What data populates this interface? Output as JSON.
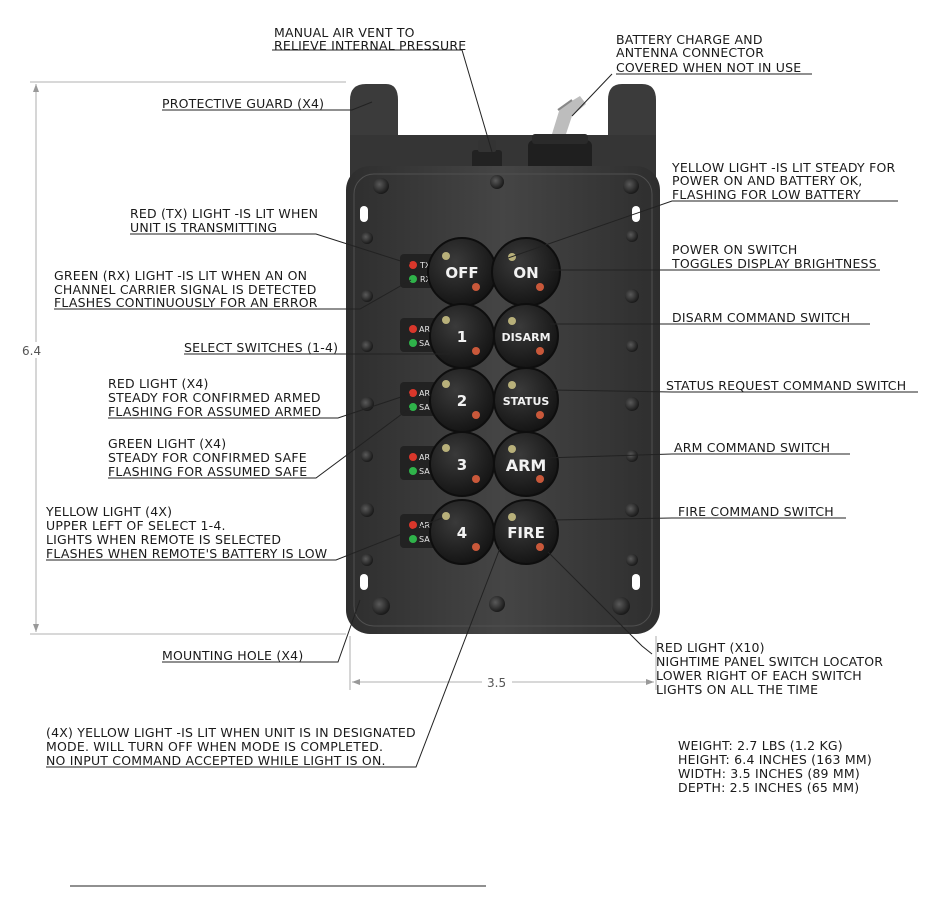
{
  "callouts": {
    "manual_vent": [
      "MANUAL AIR VENT TO",
      "RELIEVE INTERNAL PRESSURE"
    ],
    "battery_charge": [
      "BATTERY CHARGE AND",
      "ANTENNA CONNECTOR",
      "COVERED WHEN NOT IN USE"
    ],
    "protective_guard": [
      "PROTECTIVE GUARD (X4)"
    ],
    "yellow_power": [
      "YELLOW LIGHT -IS LIT STEADY FOR",
      "POWER ON AND BATTERY OK,",
      "FLASHING FOR LOW BATTERY"
    ],
    "red_tx": [
      "RED (TX) LIGHT -IS LIT WHEN",
      "UNIT IS TRANSMITTING"
    ],
    "power_switch": [
      "POWER ON SWITCH",
      "TOGGLES DISPLAY BRIGHTNESS"
    ],
    "green_rx": [
      "GREEN (RX) LIGHT -IS LIT WHEN AN ON",
      "CHANNEL CARRIER SIGNAL IS DETECTED",
      "FLASHES CONTINUOUSLY FOR AN ERROR"
    ],
    "disarm_switch": [
      "DISARM COMMAND SWITCH"
    ],
    "select_switches": [
      "SELECT SWITCHES (1-4)"
    ],
    "red_light_x4": [
      "RED LIGHT (X4)",
      "STEADY FOR CONFIRMED ARMED",
      "FLASHING FOR ASSUMED ARMED"
    ],
    "status_switch": [
      "STATUS REQUEST COMMAND SWITCH"
    ],
    "green_light_x4": [
      "GREEN LIGHT (X4)",
      "STEADY FOR CONFIRMED SAFE",
      "FLASHING FOR ASSUMED SAFE"
    ],
    "arm_switch": [
      "ARM COMMAND SWITCH"
    ],
    "yellow_light_4x": [
      "YELLOW LIGHT (4X)",
      "UPPER LEFT OF SELECT 1-4.",
      "LIGHTS WHEN REMOTE IS SELECTED",
      "FLASHES WHEN REMOTE'S BATTERY IS LOW"
    ],
    "fire_switch": [
      "FIRE COMMAND SWITCH"
    ],
    "mounting_hole": [
      "MOUNTING HOLE (X4)"
    ],
    "red_light_x10": [
      "RED LIGHT (X10)",
      "NIGHTIME PANEL SWITCH LOCATOR",
      "LOWER RIGHT OF EACH SWITCH",
      "LIGHTS ON ALL THE TIME"
    ],
    "designated_mode": [
      "(4X) YELLOW LIGHT -IS LIT WHEN UNIT IS IN DESIGNATED",
      "MODE. WILL TURN OFF WHEN MODE IS COMPLETED.",
      "NO INPUT COMMAND ACCEPTED WHILE LIGHT IS ON."
    ]
  },
  "specs": [
    "WEIGHT: 2.7 LBS (1.2 KG)",
    "HEIGHT: 6.4 INCHES (163 MM)",
    "WIDTH: 3.5 INCHES (89 MM)",
    "DEPTH: 2.5 INCHES (65 MM)"
  ],
  "dimensions": {
    "height": "6.4",
    "width": "3.5"
  },
  "buttons": {
    "off": "OFF",
    "on": "ON",
    "sel1": "1",
    "disarm": "DISARM",
    "sel2": "2",
    "status": "STATUS",
    "sel3": "3",
    "arm": "ARM",
    "sel4": "4",
    "fire": "FIRE"
  },
  "indicators": {
    "tx": "TX",
    "rx": "RX",
    "arm": "ARM",
    "safe": "SAFE"
  },
  "colors": {
    "body": "#3a3a3a",
    "button": "#1c1c1c",
    "red_led": "#d9372b",
    "green_led": "#2fb34a",
    "yellow_led": "#b8b07a"
  }
}
